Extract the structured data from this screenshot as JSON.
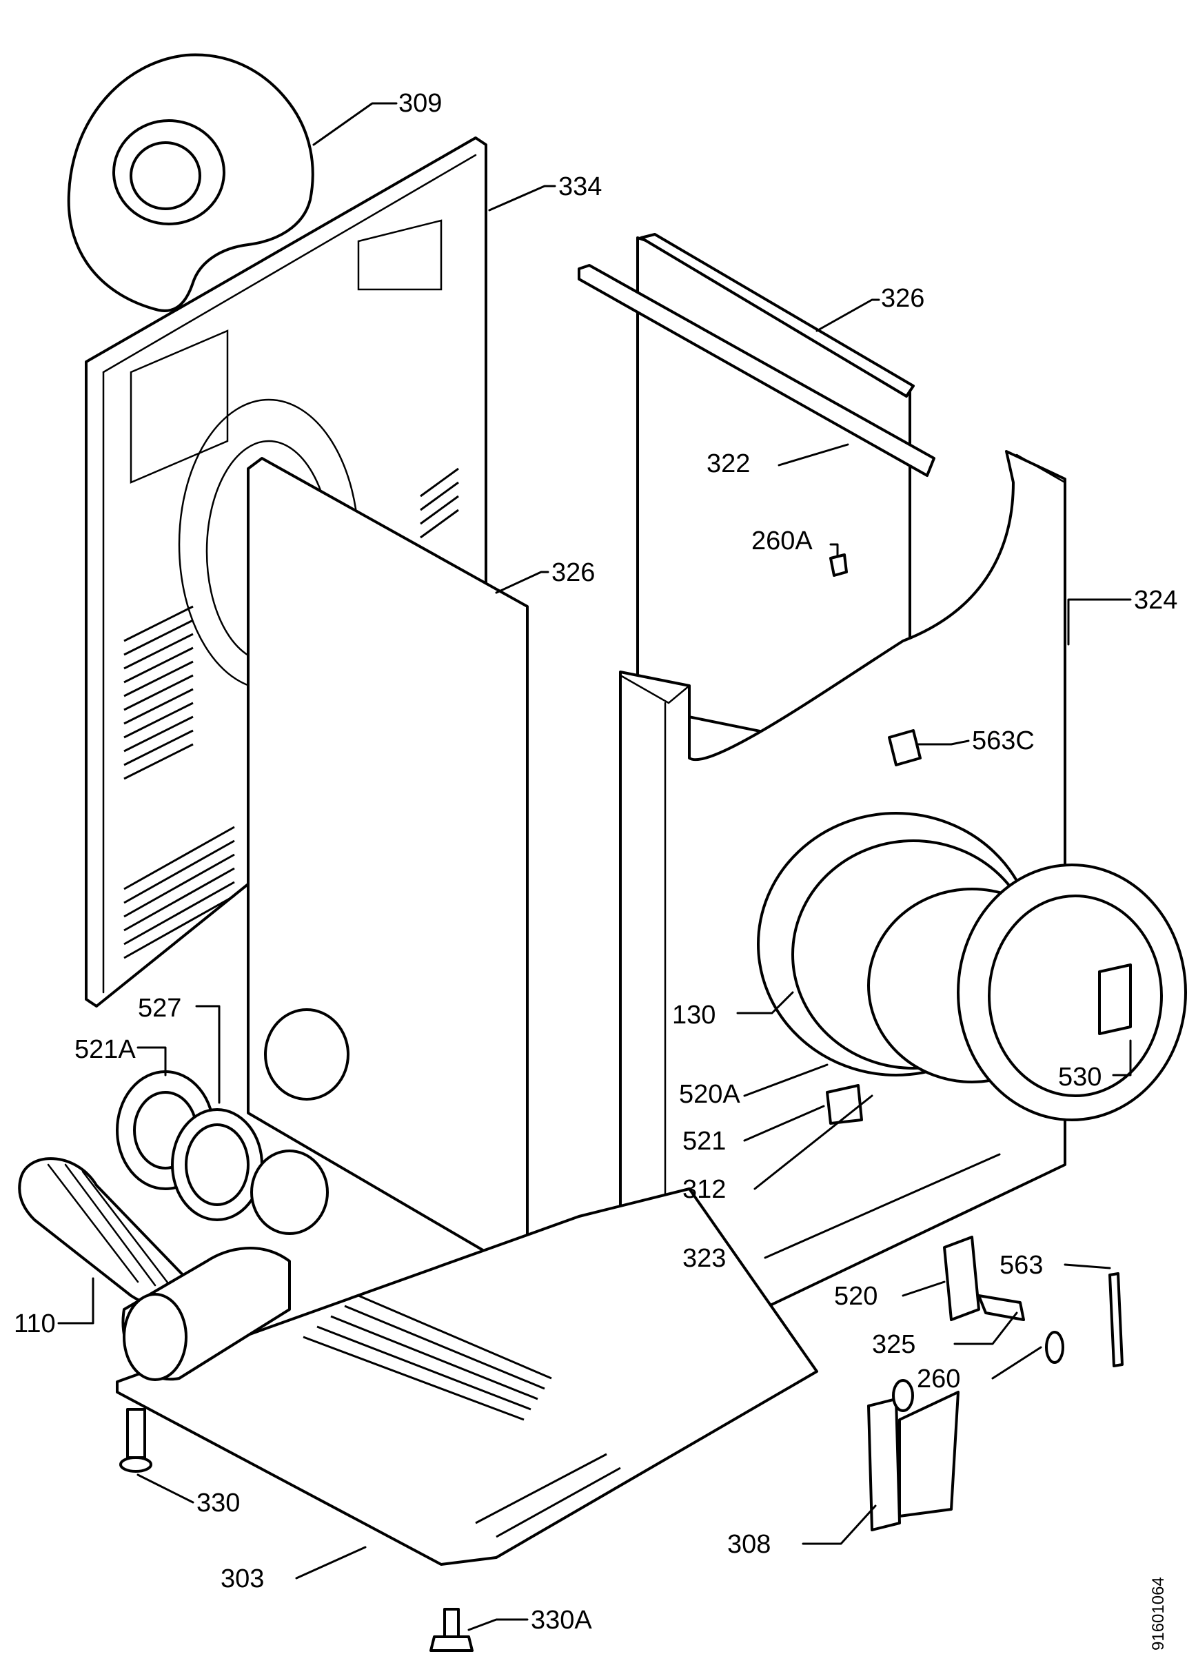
{
  "diagram": {
    "document_number": "91601064",
    "part_labels": {
      "p309": "309",
      "p334": "334",
      "p326_top": "326",
      "p322": "322",
      "p260A": "260A",
      "p326_mid": "326",
      "p324": "324",
      "p563C": "563C",
      "p527": "527",
      "p521A": "521A",
      "p130": "130",
      "p530": "530",
      "p520A": "520A",
      "p521": "521",
      "p312": "312",
      "p323": "323",
      "p563": "563",
      "p520": "520",
      "p325": "325",
      "p110": "110",
      "p260": "260",
      "p330": "330",
      "p308": "308",
      "p303": "303",
      "p330A": "330A"
    }
  }
}
